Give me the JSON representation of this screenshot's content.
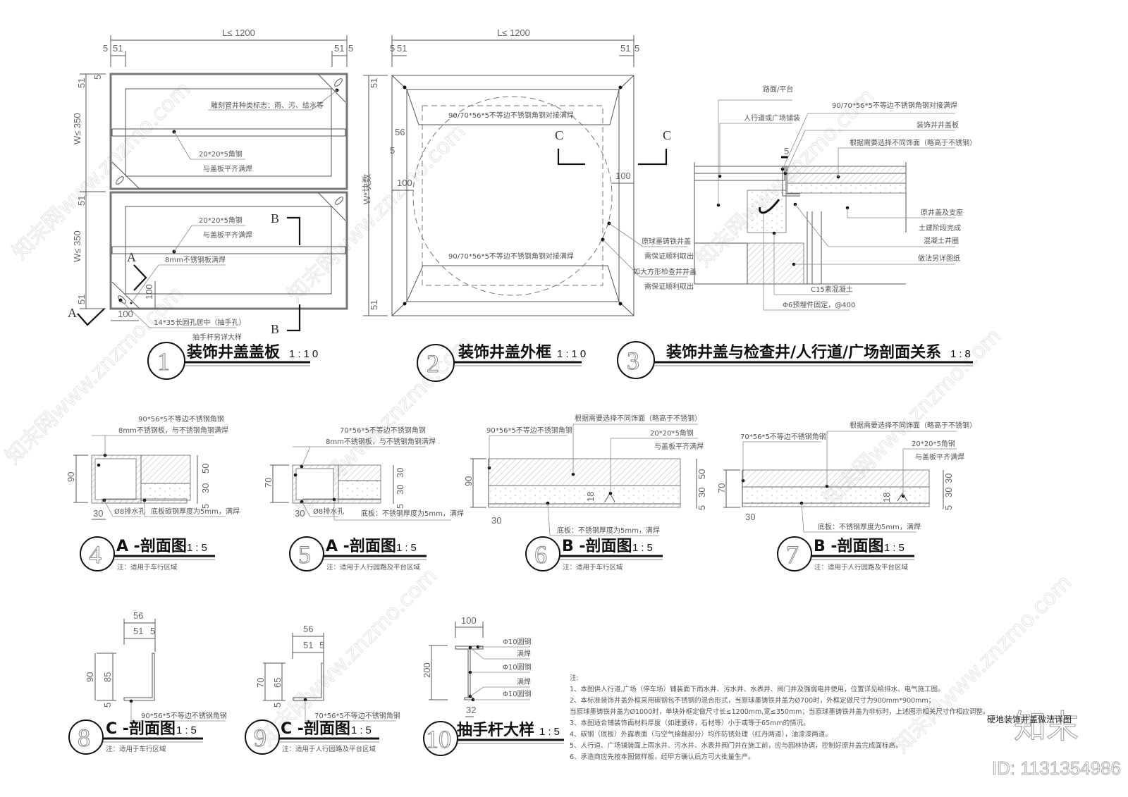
{
  "sheet": {
    "title": "硬地装饰井盖做法详图",
    "brand": "知末",
    "id_label": "ID: 1131354986",
    "watermark": "知末网www.znzmo.com"
  },
  "drawings": [
    {
      "number": "1",
      "title": "装饰井盖盖板",
      "scale": "1:10",
      "dims": {
        "top_total": "L≤ 1200",
        "top_left_a": "5",
        "top_left_b": "51",
        "top_right_a": "51",
        "top_right_b": "5",
        "left_top": "W≤ 350",
        "left_bottom": "W≤ 350",
        "side_51": "51",
        "side_5": "5",
        "hole_offset": "100",
        "hole_offset_v": "100"
      },
      "labels": {
        "engrave": "雕刻管井种类标志：雨、污、给水等",
        "angle_a": "20*20*5角钢",
        "angle_a_sub": "与盖板平齐满焊",
        "angle_b": "20*20*5角钢",
        "angle_b_sub": "与盖板平齐满焊",
        "plate": "8mm不锈钢板满焊",
        "hole": "14*35长圆孔居中（抽手孔）",
        "hole_sub": "抽手杆另详大样",
        "sec_a": "A",
        "sec_b": "B"
      }
    },
    {
      "number": "2",
      "title": "装饰井盖外框",
      "scale": "1:10",
      "dims": {
        "top_total": "L≤ 1200",
        "top_left_a": "5",
        "top_left_b": "51",
        "top_right_a": "51",
        "top_right_b": "5",
        "left_total": "W*块数",
        "side_56": "56",
        "side_5": "5",
        "side_100_l": "100",
        "side_100_r": "100",
        "side_51": "51"
      },
      "labels": {
        "frame_top": "90/70*56*5不等边不锈钢角钢对接满焊",
        "frame_bottom": "90/70*56*5不等边不锈钢角钢对接满焊",
        "orig_round": "原球墨铸铁井盖",
        "orig_round_sub": "需保证顺利取出",
        "orig_square": "如大方形检查井井盖",
        "orig_square_sub": "需保证顺利取出",
        "sec_c": "C"
      }
    },
    {
      "number": "3",
      "title": "装饰井盖与检查井/人行道/广场剖面关系",
      "scale": "1:8",
      "labels": {
        "road": "路面/平台",
        "paving": "人行道或广场铺装",
        "frame": "90/70*56*5不等边不锈钢角钢对接满焊",
        "cover": "装饰井井盖板",
        "finish": "根据需要选择不同饰面（略高于不锈钢）",
        "orig": "原井盖及支座",
        "civil": "土建阶段完成",
        "civil_sub": "混凝土井圈",
        "other": "做法另详图纸",
        "c15": "C15素混凝土",
        "anchor": "Φ6预埋件固定，@400",
        "weld": "5"
      }
    },
    {
      "number": "4",
      "title": "A -剖面图",
      "scale": "1:5",
      "note": "注：适用于车行区域",
      "labels": {
        "angle": "90*56*5不等边不锈钢角钢",
        "plate": "8mm不锈钢板，与不锈钢角钢满焊",
        "drain": "Ø8排水孔",
        "base": "底板碳钢厚度为5mm，满焊"
      },
      "dims": {
        "h": "90",
        "a": "50",
        "b": "30",
        "c": "5",
        "w": "30"
      }
    },
    {
      "number": "5",
      "title": "A -剖面图",
      "scale": "1:5",
      "note": "注：适用于人行园路及平台区域",
      "labels": {
        "angle": "70*56*5不等边不锈钢角钢",
        "plate": "8mm不锈钢板，与不锈钢角钢满焊",
        "drain": "Ø8排水孔",
        "base": "底板：不锈钢厚度为5mm，满焊"
      },
      "dims": {
        "h": "70",
        "a": "30",
        "b": "30",
        "c": "5",
        "w": "30"
      }
    },
    {
      "number": "6",
      "title": "B -剖面图",
      "scale": "1:5",
      "note": "注：适用于车行区域",
      "labels": {
        "angle": "90*56*5不等边不锈钢角钢",
        "finish": "根据需要选择不同饰面（略高于不锈钢）",
        "rib": "20*20*5角钢",
        "rib_sub": "与盖板平齐满焊",
        "base": "底板：不锈钢厚度为5mm，满焊"
      },
      "dims": {
        "h": "90",
        "a": "50",
        "b": "30",
        "c": "5",
        "w": "30",
        "rib_h": "18"
      }
    },
    {
      "number": "7",
      "title": "B -剖面图",
      "scale": "1:5",
      "note": "注：适用于人行园路及平台区域",
      "labels": {
        "angle": "70*56*5不等边不锈钢角钢",
        "finish": "根据需要选择不同饰面（略高于不锈钢）",
        "rib": "20*20*5角钢",
        "rib_sub": "与盖板平齐满焊",
        "base": "底板：不锈钢厚度为5mm，满焊"
      },
      "dims": {
        "h": "70",
        "a": "30",
        "b": "30",
        "c": "5",
        "w": "30",
        "rib_h": "18"
      }
    },
    {
      "number": "8",
      "title": "C -剖面图",
      "scale": "1:5",
      "note": "注：适用于车行区域",
      "labels": {
        "angle": "90*56*5不等边不锈钢角钢"
      },
      "dims": {
        "w": "56",
        "w1": "51",
        "w2": "5",
        "h": "90",
        "h1": "85",
        "h2": "5"
      }
    },
    {
      "number": "9",
      "title": "C -剖面图",
      "scale": "1:5",
      "note": "注：适用于人行园路及平台区域",
      "labels": {
        "angle": "70*56*5不等边不锈钢角钢"
      },
      "dims": {
        "w": "56",
        "w1": "51",
        "w2": "5",
        "h": "70",
        "h1": "65",
        "h2": "5"
      }
    },
    {
      "number": "10",
      "title": "抽手杆大样",
      "scale": "1:5",
      "labels": {
        "bar1": "Φ10圆钢",
        "weld1": "满焊",
        "bar2": "Φ10圆钢",
        "weld2": "满焊",
        "bar3": "Φ10圆钢"
      },
      "dims": {
        "w": "100",
        "h": "200",
        "b": "32"
      }
    }
  ],
  "notes": {
    "heading": "注:",
    "items": [
      "1、本图供人行道,广场（停车场）铺装面下雨水井、污水井、水表井、阀门井及强弱电井使用，位置详见给排水、电气施工图。",
      "2、本标准装饰井盖外框采用碳钢包不锈钢的混合形式，当原球墨铸铁井盖为Ø700时，外框定做尺寸为900mm*900mm；",
      "    当原球墨铸铁井盖为Ø1000时，单块外框定做尺寸长≤1200mm,宽≤350mm；当原球墨铸铁井盖为非标时，上述图示相关尺寸作相应调整。",
      "3、本图适合铺装饰面材料厚度（如建菱砖，石材等）小于或等于65mm的情况。",
      "4、碳钢（底板）外露表面（与空气接触部分）均作防锈处理（红丹两道），油漆漆两道。",
      "5、人行道、广场铺装面上雨水井、污水井、水表井阀门井在施工前，应与园林协调，控制好原井盖完成面标高。",
      "6、承造商应先按本图做样板，经甲方确认后方可大批量生产。"
    ]
  }
}
